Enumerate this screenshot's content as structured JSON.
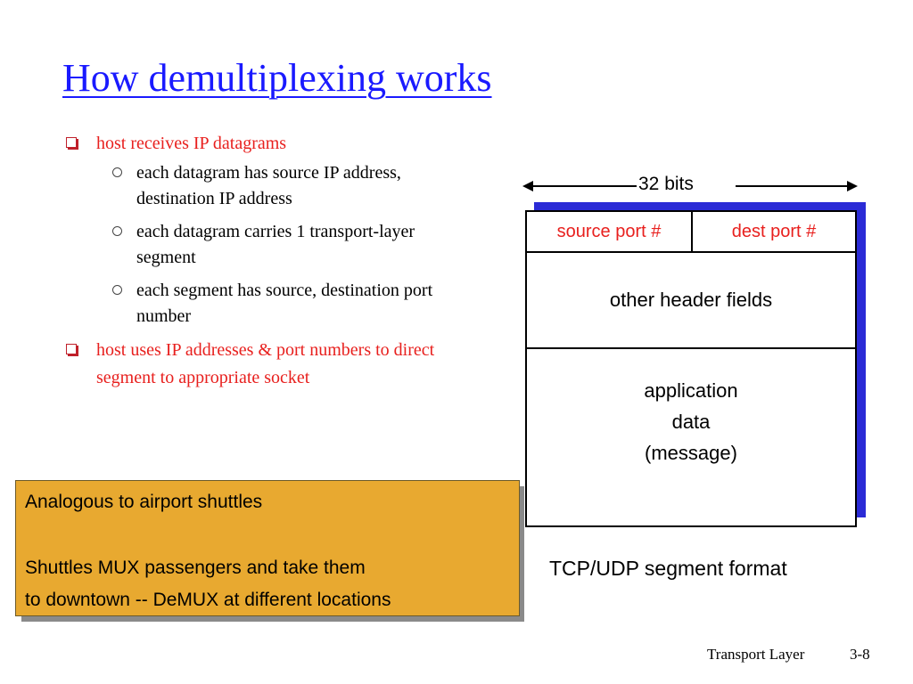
{
  "slide": {
    "title": "How demultiplexing works",
    "bullets": [
      {
        "text": "host receives IP datagrams"
      },
      {
        "text": "each datagram has source IP address, destination IP address"
      },
      {
        "text": "each datagram carries 1 transport-layer segment"
      },
      {
        "text": "each segment has source, destination port number"
      },
      {
        "text": "host uses IP addresses & port numbers to direct segment to appropriate socket"
      }
    ],
    "diagram": {
      "width_label": "32 bits",
      "source_port": "source port #",
      "dest_port": "dest port #",
      "other_fields": "other header fields",
      "app_line1": "application",
      "app_line2": "data",
      "app_line3": "(message)",
      "caption": "TCP/UDP segment format"
    },
    "callout": {
      "line1": "Analogous to airport shuttles",
      "line2": "Shuttles MUX passengers and take them",
      "line3": "to downtown -- DeMUX at different locations"
    },
    "footer": {
      "section": "Transport Layer",
      "page": "3-8"
    },
    "colors": {
      "title": "#1a1aff",
      "accent_red": "#e8201e",
      "shadow_blue": "#2b2bd6",
      "callout_bg": "#e8a930"
    }
  }
}
